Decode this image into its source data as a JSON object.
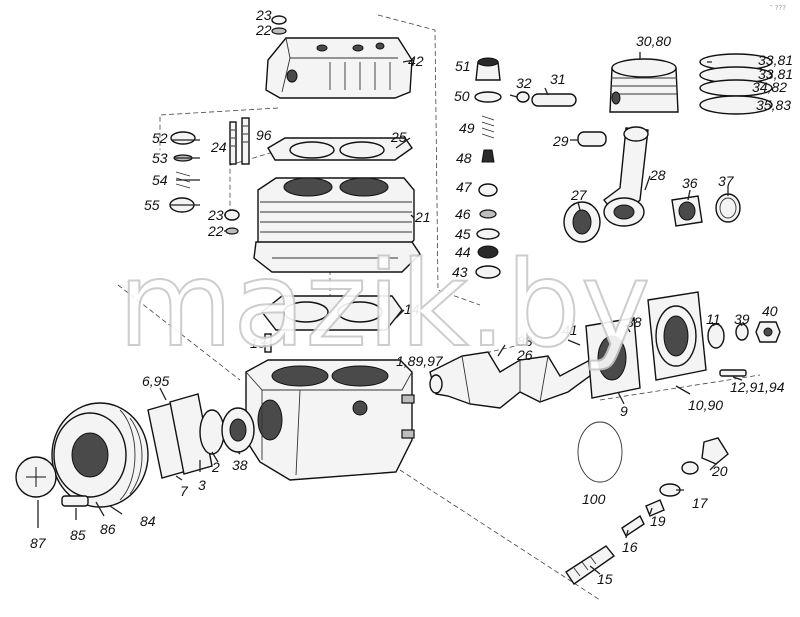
{
  "watermark": "mazik.by",
  "corner_mark": "″ ???",
  "labels": {
    "l23a": "23",
    "l22a": "22",
    "l42": "42",
    "l51": "51",
    "l32": "32",
    "l31": "31",
    "l3080": "30,80",
    "l3381a": "33,81",
    "l3381b": "33,81",
    "l3482": "34,82",
    "l3583": "35,83",
    "l50": "50",
    "l49": "49",
    "l48": "48",
    "l47": "47",
    "l46": "46",
    "l45": "45",
    "l44": "44",
    "l43": "43",
    "l52": "52",
    "l53": "53",
    "l54": "54",
    "l55": "55",
    "l24": "24",
    "l96": "96",
    "l25": "25",
    "l23b": "23",
    "l22b": "22",
    "l21": "21",
    "l29": "29",
    "l28": "28",
    "l27": "27",
    "l36": "36",
    "l37": "37",
    "l14": "14",
    "l13": "13",
    "l18997": "1,89,97",
    "l88": "88",
    "l41": "41",
    "l26": "26",
    "l38a": "38",
    "l11": "11",
    "l39": "39",
    "l40": "40",
    "l12": "12,91,94",
    "l1090": "10,90",
    "l9": "9",
    "l695": "6,95",
    "l7": "7",
    "l3": "3",
    "l2": "2",
    "l38b": "38",
    "l100": "100",
    "l20": "20",
    "l17": "17",
    "l19": "19",
    "l16": "16",
    "l15": "15",
    "l87": "87",
    "l85": "85",
    "l86": "86",
    "l84": "84"
  }
}
